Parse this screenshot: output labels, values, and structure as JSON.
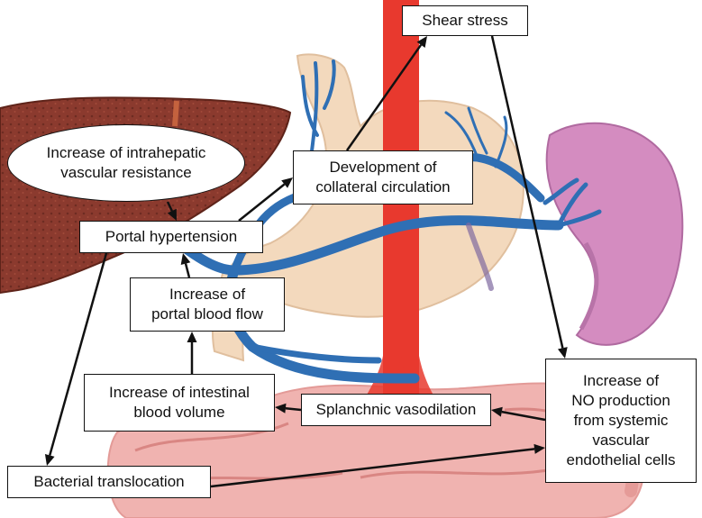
{
  "diagram": {
    "nodes": [
      {
        "id": "shear",
        "text": "Shear stress"
      },
      {
        "id": "ivr",
        "text": "Increase of intrahepatic\nvascular resistance"
      },
      {
        "id": "collateral",
        "text": "Development of\ncollateral circulation"
      },
      {
        "id": "portal_ht",
        "text": "Portal hypertension"
      },
      {
        "id": "pbf",
        "text": "Increase of\nportal blood flow"
      },
      {
        "id": "ibv",
        "text": "Increase of intestinal\nblood volume"
      },
      {
        "id": "splanchnic",
        "text": "Splanchnic vasodilation"
      },
      {
        "id": "no",
        "text": "Increase of\nNO production\nfrom systemic\nvascular\nendothelial cells"
      },
      {
        "id": "bact",
        "text": "Bacterial translocation"
      }
    ],
    "edges": [
      {
        "from": "ivr",
        "to": "portal_ht"
      },
      {
        "from": "portal_ht",
        "to": "collateral"
      },
      {
        "from": "collateral",
        "to": "shear"
      },
      {
        "from": "shear",
        "to": "no"
      },
      {
        "from": "pbf",
        "to": "portal_ht"
      },
      {
        "from": "ibv",
        "to": "pbf"
      },
      {
        "from": "splanchnic",
        "to": "ibv"
      },
      {
        "from": "no",
        "to": "splanchnic"
      },
      {
        "from": "portal_ht",
        "to": "bact"
      },
      {
        "from": "bact",
        "to": "no"
      }
    ]
  },
  "colors": {
    "liver": "#8b3a2e",
    "stomach": "#f3d9bd",
    "spleen": "#d48cc0",
    "intestine": "#f0b3b0",
    "aorta": "#e8392e",
    "veins": "#2f6fb4",
    "border": "#111111"
  }
}
